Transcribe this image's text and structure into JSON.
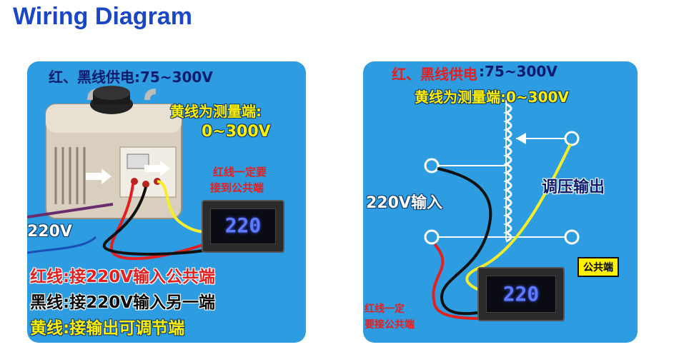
{
  "title": "Wiring Diagram",
  "left": {
    "power_line": "红、黑线供电:75~300V",
    "yellow_measure_1": "黄线为测量端:",
    "yellow_measure_2": "0~300V",
    "red_note_1": "红线一定要",
    "red_note_2": "接到公共端",
    "voltage_label": "220V",
    "meter_value": "220",
    "legend_red": "红线:接220V输入公共端",
    "legend_black": "黑线:接220V输入另一端",
    "legend_yellow": "黄线:接输出可调节端"
  },
  "right": {
    "power_line_a": "红、黑线供电",
    "power_line_b": ":75~300V",
    "yellow_measure": "黄线为测量端:0~300V",
    "output_label": "调压输出",
    "input_label": "220V输入",
    "common_tag": "公共端",
    "red_note_1": "红线一定",
    "red_note_2": "要接公共端",
    "meter_value": "220"
  },
  "colors": {
    "panel_bg": "#2e9ce0",
    "title": "#1a47c8",
    "wire_red": "#e41f1f",
    "wire_black": "#111111",
    "wire_yellow": "#f4ee2a",
    "meter_digits": "#5e7bff"
  }
}
